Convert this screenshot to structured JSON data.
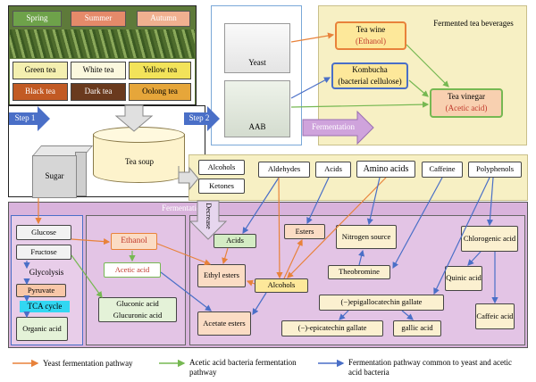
{
  "seasons": {
    "spring": "Spring",
    "summer": "Summer",
    "autumn": "Autumn"
  },
  "teas": {
    "green": "Green tea",
    "white": "White tea",
    "yellow": "Yellow tea",
    "black": "Black tea",
    "dark": "Dark tea",
    "oolong": "Oolong tea"
  },
  "steps": {
    "step1": "Step 1",
    "step2": "Step 2"
  },
  "microbes": {
    "yeast": "Yeast",
    "aab": "AAB"
  },
  "beverages": {
    "header": "Fermented tea beverages",
    "wine": "Tea wine",
    "wine_sub": "(Ethanol)",
    "kombucha": "Kombucha",
    "kombucha_sub": "(bacterial cellulose)",
    "vinegar": "Tea vinegar",
    "vinegar_sub": "(Acetic acid)"
  },
  "fermentation_arrow": "Fermentation",
  "sugar": "Sugar",
  "tea_soup": "Tea soup",
  "components": {
    "alcohols": "Alcohols",
    "ketones": "Ketones",
    "aldehydes": "Aldehydes",
    "acids": "Acids",
    "amino_acids": "Amino acids",
    "caffeine": "Caffeine",
    "polyphenols": "Polyphenols"
  },
  "decrease": "Decrease",
  "lower_title": "Fermentation",
  "nodes": {
    "glucose": "Glucose",
    "fructose": "Fructose",
    "glycolysis": "Glycolysis",
    "pyruvate": "Pyruvate",
    "tca": "TCA cycle",
    "organic_acid": "Organic acid",
    "ethanol": "Ethanol",
    "acetic_acid": "Acetic acid",
    "gluconic": "Gluconic acid",
    "glucuronic": "Glucuronic acid",
    "acids": "Acids",
    "esters": "Esters",
    "ethyl_esters": "Ethyl esters",
    "alcohols": "Alcohols",
    "acetate_esters": "Acetate esters",
    "nitrogen": "Nitrogen source",
    "theobromine": "Theobromine",
    "egcg": "(−)epigallocatechin gallate",
    "ecg": "(−)-epicatechin gallate",
    "gallic": "gallic acid",
    "chlorogenic": "Chlorogenic acid",
    "quinic": "Quinic acid",
    "caffeic": "Caffeic acid"
  },
  "legend": {
    "yeast": "Yeast fermentation pathway",
    "aab": "Acetic acid bacteria fermentation pathway",
    "common": "Fermentation pathway common to yeast and acetic acid bacteria"
  },
  "colors": {
    "yeast": "#e8823a",
    "aab": "#76b852",
    "common": "#4a6fc7",
    "purple": "#d9b3dc",
    "cream": "#f7f0c4"
  }
}
